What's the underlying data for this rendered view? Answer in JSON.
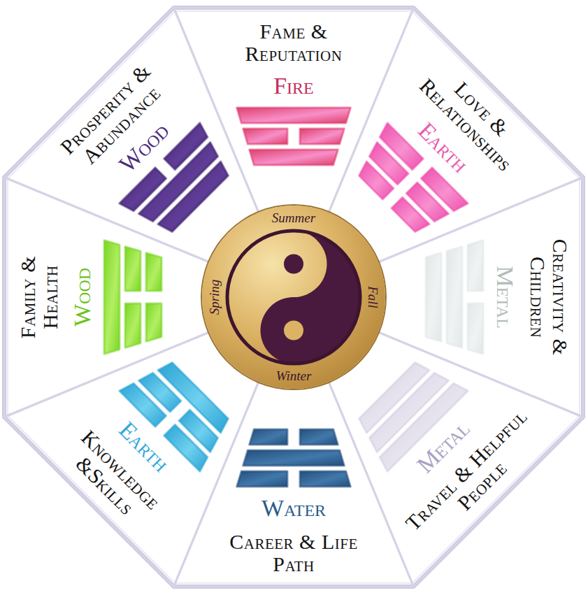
{
  "diagram": {
    "nodes": [
      {
        "text": [
          "Fame & Reputation",
          "Fire"
        ]
      },
      {
        "text": [
          "Love & Relationships",
          "Earth"
        ]
      },
      {
        "text": [
          "Creativity & Children",
          "Metal"
        ]
      },
      {
        "text": [
          "Travel & Helpful People",
          "Metal"
        ]
      },
      {
        "text": [
          "Career & Life Path",
          "Water"
        ]
      },
      {
        "text": [
          "Knowledge &Skills",
          "Earth"
        ]
      },
      {
        "text": [
          "Family & Health",
          "Wood"
        ]
      },
      {
        "text": [
          "Prosperity & Abundance",
          "Wood"
        ]
      },
      {
        "text": [
          "Summer",
          "Fall",
          "Winter",
          "Spring"
        ]
      }
    ]
  }
}
